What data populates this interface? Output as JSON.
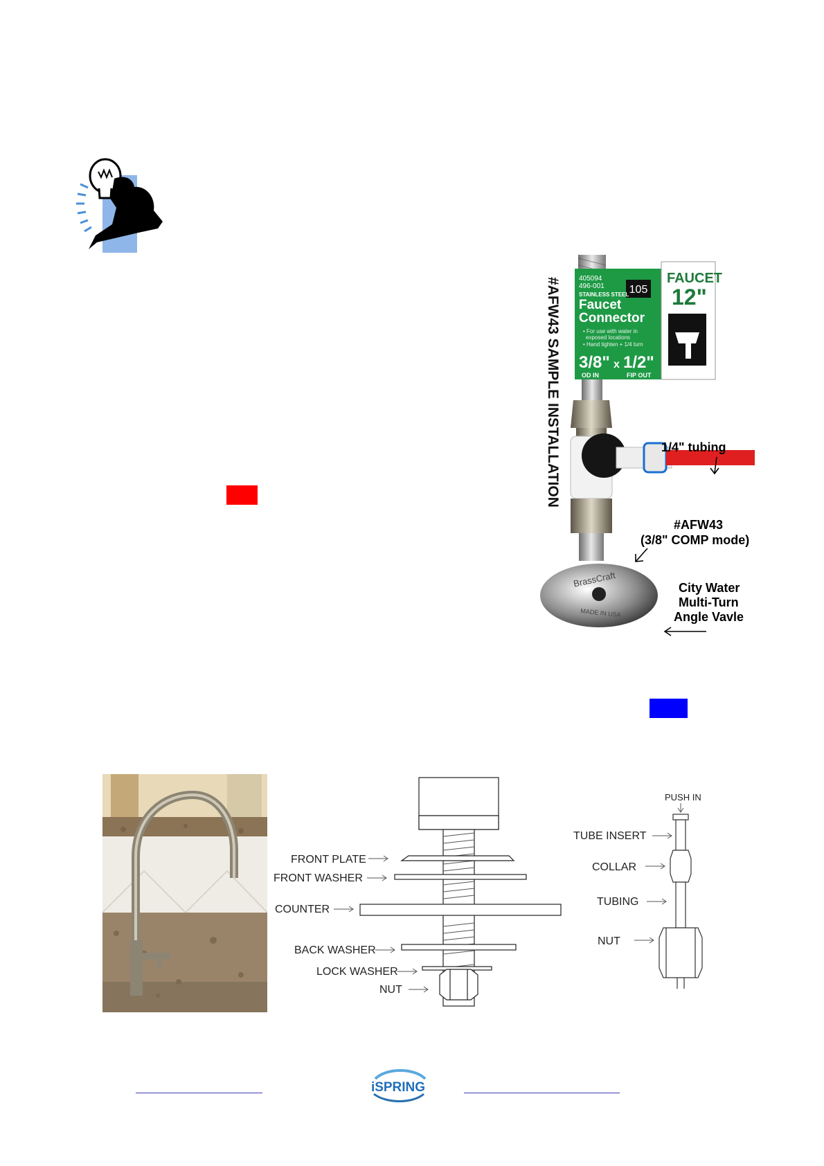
{
  "photo": {
    "title": "#AFW43 SAMPLE INSTALLATION",
    "tag": {
      "part_no": "405094",
      "sub_no": "496-001",
      "material": "STAINLESS STEEL",
      "name_line1": "Faucet",
      "name_line2": "Connector",
      "note1": "• For use with water in",
      "note2": "exposed locations",
      "note3": "• Hand tighten + 1/4 turn",
      "size_left": "3/8\"",
      "size_x": "x",
      "size_right": "1/2\"",
      "od": "OD IN",
      "fip": "FIP OUT",
      "code": "105",
      "flag_line1": "FAUCET",
      "flag_line2": "12\""
    },
    "labels": {
      "tubing": "1/4\" tubing",
      "afw_line1": "#AFW43",
      "afw_line2": "(3/8\" COMP mode)",
      "valve_line1": "City Water",
      "valve_line2": "Multi-Turn",
      "valve_line3": "Angle Vavle"
    },
    "valve_brand": "BrassCraft",
    "valve_made": "MADE IN USA"
  },
  "mount_diagram": {
    "labels": {
      "front_plate": "FRONT PLATE",
      "front_washer": "FRONT WASHER",
      "counter": "COUNTER",
      "back_washer": "BACK WASHER",
      "lock_washer": "LOCK WASHER",
      "nut": "NUT"
    }
  },
  "tube_diagram": {
    "labels": {
      "push_in": "PUSH IN",
      "tube_insert": "TUBE INSERT",
      "collar": "COLLAR",
      "tubing": "TUBING",
      "nut": "NUT"
    }
  },
  "footer": {
    "logo_text": "iSPRING"
  },
  "colors": {
    "marker_red": "#ff0000",
    "marker_blue": "#0000ff",
    "tag_green": "#1e9a45",
    "footer_line": "#3b3bb5",
    "logo_blue": "#1f6fb8"
  }
}
